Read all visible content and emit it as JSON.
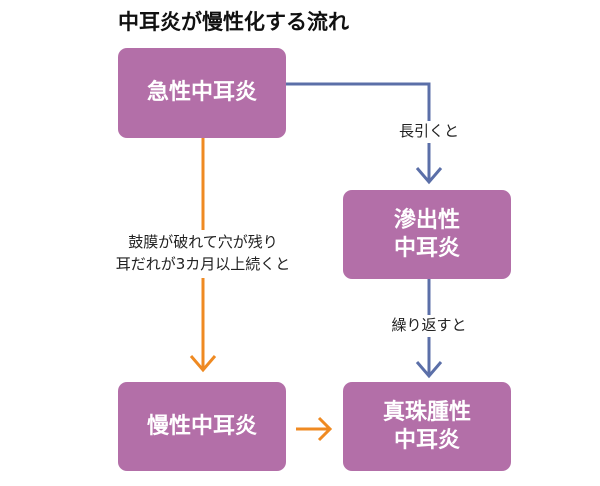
{
  "title": "中耳炎が慢性化する流れ",
  "nodes": {
    "acute": {
      "line1": "急性中耳炎"
    },
    "exudative": {
      "line1": "滲出性",
      "line2": "中耳炎"
    },
    "chronic": {
      "line1": "慢性中耳炎"
    },
    "cholesteatoma": {
      "line1": "真珠腫性",
      "line2": "中耳炎"
    }
  },
  "edges": {
    "acute_to_exudative": {
      "label": "長引くと"
    },
    "exudative_to_cholesteatoma": {
      "label": "繰り返すと"
    },
    "acute_to_chronic": {
      "line1": "鼓膜が破れて穴が残り",
      "line2": "耳だれが3カ月以上続くと"
    }
  },
  "colors": {
    "node_fill": "#b36fa8",
    "blue_arrow": "#5b6fa8",
    "orange_arrow": "#ef8a22"
  }
}
